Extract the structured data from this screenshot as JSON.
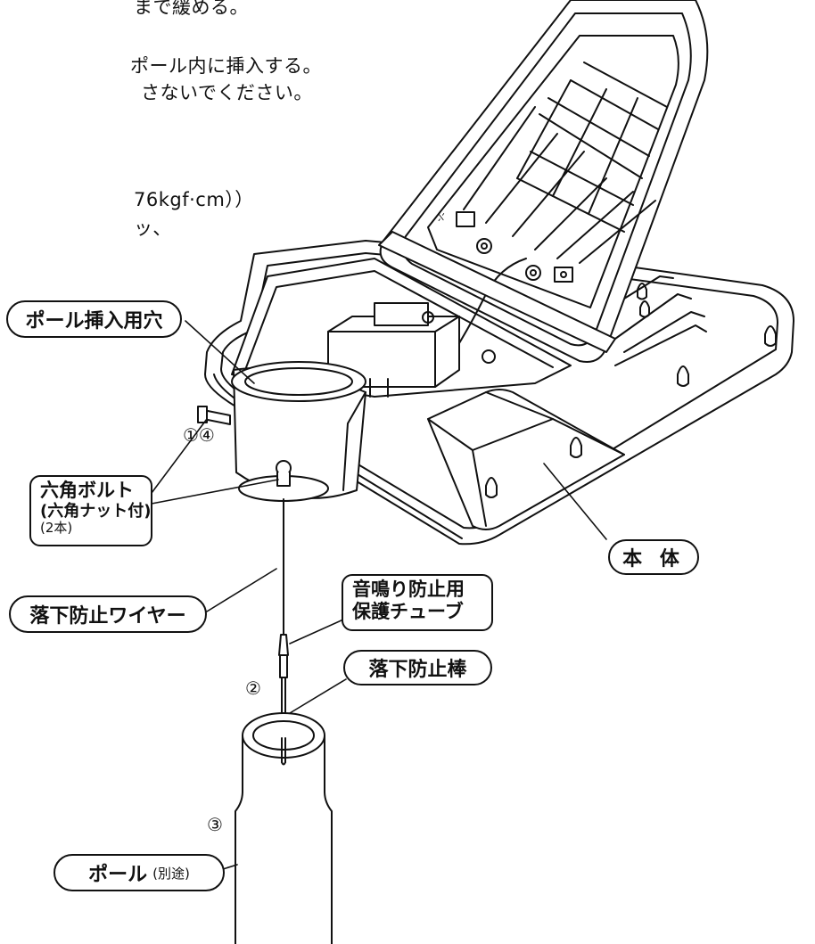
{
  "instructions": {
    "line1": "まで緩める。",
    "line2": "ポール内に挿入する。",
    "line3": "さないでください。",
    "line4": "76kgf·cm））",
    "line5": "ッ、"
  },
  "labels": {
    "pole_hole": "ポール挿入用穴",
    "step_1_4": "①④",
    "hex_bolt_line1": "六角ボルト",
    "hex_bolt_line2": "(六角ナット付)",
    "hex_bolt_line3": "(2本)",
    "main_body": "本 体",
    "wire": "落下防止ワイヤー",
    "tube_line1": "音鳴り防止用",
    "tube_line2": "保護チューブ",
    "rod": "落下防止棒",
    "step_2": "②",
    "step_3": "③",
    "pole_main": "ポール",
    "pole_sub": "(別途)"
  }
}
